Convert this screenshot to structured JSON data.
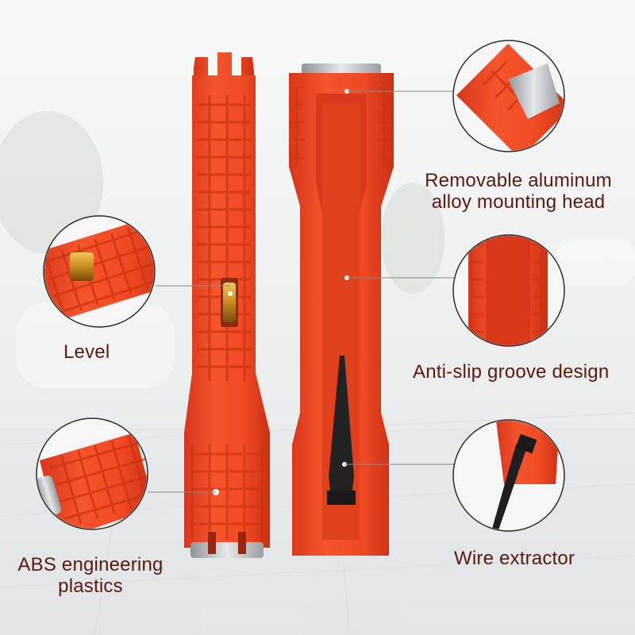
{
  "callouts": {
    "level": "Level",
    "abs_line1": "ABS engineering",
    "abs_line2": "plastics",
    "aluminum_line1": "Removable aluminum",
    "aluminum_line2": "alloy mounting head",
    "groove": "Anti-slip groove design",
    "wire": "Wire extractor"
  },
  "colors": {
    "tool_orange": "#f04a24",
    "label_text": "#5a1a10",
    "background": "#eef0f0"
  }
}
